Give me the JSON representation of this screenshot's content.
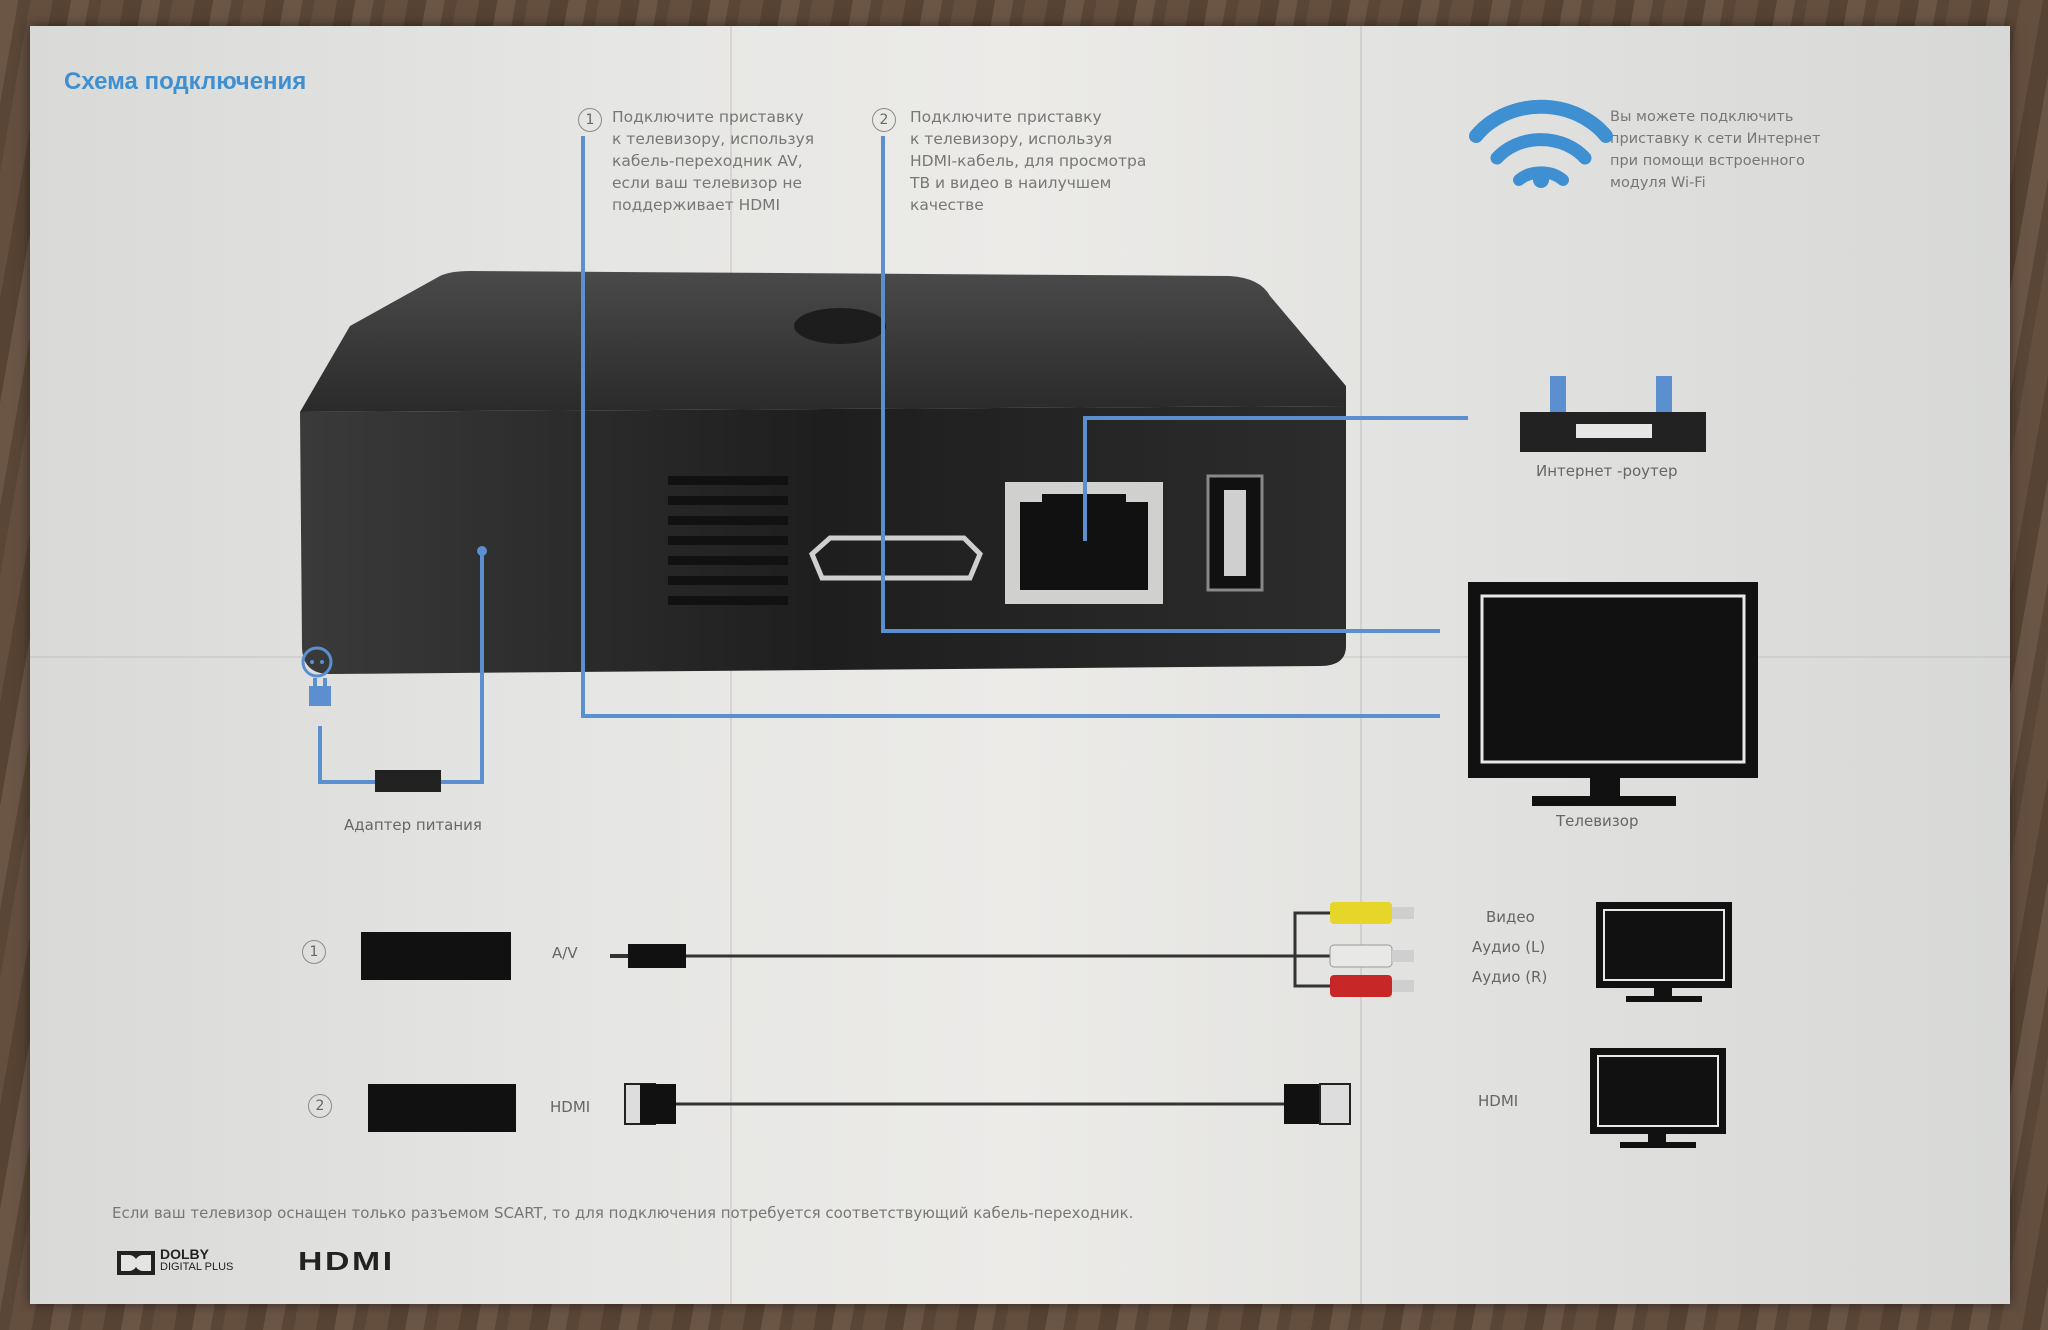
{
  "title": "Схема подключения",
  "steps": [
    {
      "num": "1",
      "text": "Подключите приставку\nк телевизору, используя\nкабель-переходник AV,\nесли ваш телевизор не\nподдерживает HDMI"
    },
    {
      "num": "2",
      "text": "Подключите приставку\nк телевизору, используя\nHDMI-кабель, для просмотра\nТВ и видео в наилучшем\nкачестве"
    }
  ],
  "wifi_text": "Вы можете подключить\nприставку к сети Интернет\nпри помощи встроенного\nмодуля Wi-Fi",
  "labels": {
    "router": "Интернет -роутер",
    "tv": "Телевизор",
    "adapter": "Адаптер питания"
  },
  "connections": [
    {
      "num": "1",
      "type": "A/V",
      "outputs": [
        "Видео",
        "Аудио (L)",
        "Аудио (R)"
      ]
    },
    {
      "num": "2",
      "type": "HDMI",
      "outputs": [
        "HDMI"
      ]
    }
  ],
  "footnote": "Если ваш телевизор оснащен только разъемом SCART, то для подключения потребуется соответствующий кабель-переходник.",
  "logos": {
    "dolby_line1": "DOLBY",
    "dolby_line2": "DIGITAL PLUS",
    "hdmi": "HDMI"
  },
  "colors": {
    "accent": "#3f8fd3",
    "cable": "#5b8fd0"
  }
}
